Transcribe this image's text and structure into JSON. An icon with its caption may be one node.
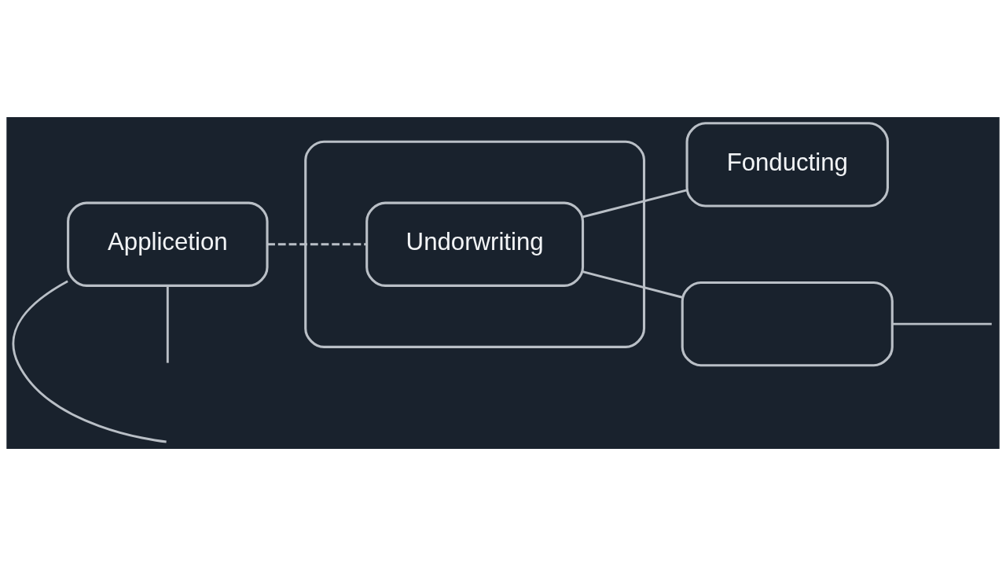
{
  "diagram": {
    "nodes": [
      {
        "text": [
          "Applicetion"
        ]
      },
      {
        "text": [],
        "shape": "box"
      },
      {
        "text": [
          "Undorwriting"
        ],
        "in": 1
      },
      {
        "text": [
          "Fonducting"
        ]
      },
      {
        "text": [],
        "shape": "box"
      }
    ],
    "edges": [
      {
        "from": 0,
        "to": 2,
        "arrow": "none",
        "style": "dashed"
      },
      {
        "from": 2,
        "to": 3,
        "arrow": "none"
      },
      {
        "from": 2,
        "to": 4,
        "arrow": "none"
      },
      {
        "from": 0,
        "to": null,
        "arrow": "none"
      },
      {
        "from": 0,
        "to": null,
        "arrow": "none"
      },
      {
        "from": 4,
        "to": null,
        "arrow": "none"
      }
    ]
  }
}
